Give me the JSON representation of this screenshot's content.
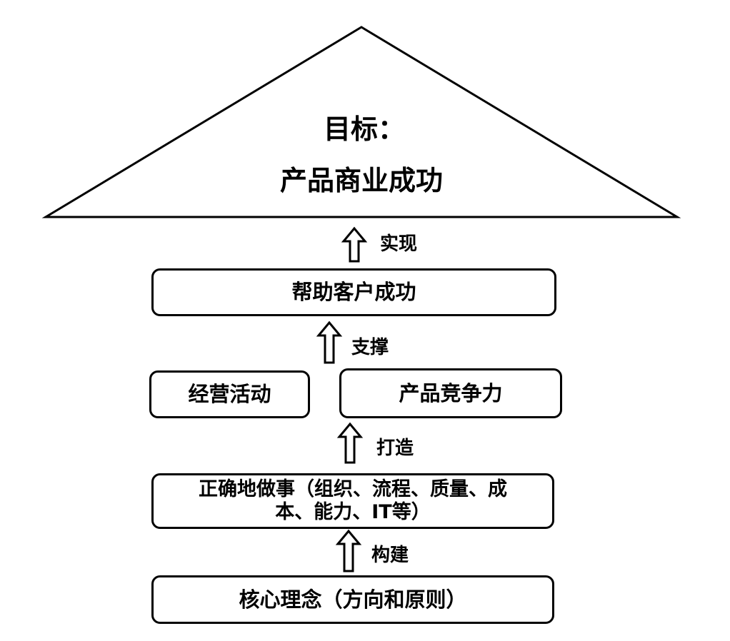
{
  "goal": {
    "title": "目标：",
    "subtitle": "产品商业成功"
  },
  "connectors": {
    "realize": "实现",
    "support": "支撑",
    "build": "打造",
    "construct": "构建"
  },
  "boxes": {
    "help_customer": "帮助客户成功",
    "operations": "经营活动",
    "competitiveness": "产品竞争力",
    "do_right_line1": "正确地做事（组织、流程、质量、成",
    "do_right_line2": "本、能力、IT等）",
    "core_concept": "核心理念（方向和原则）"
  }
}
